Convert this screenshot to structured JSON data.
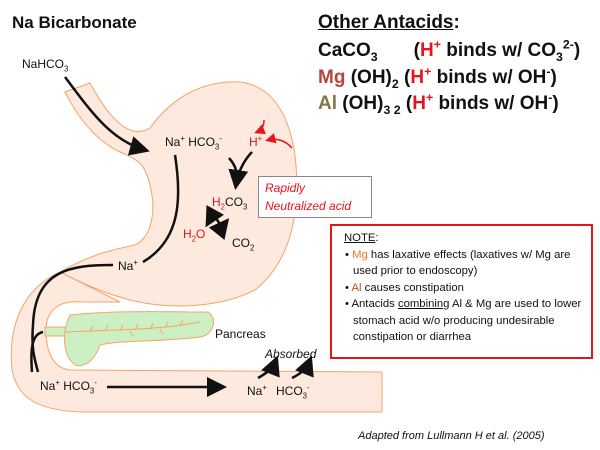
{
  "title": "Na Bicarbonate",
  "antacids": {
    "heading": "Other Antacids",
    "heading_colon": ":",
    "rows": [
      {
        "a": "CaCO",
        "a_sub": "3",
        "b": "",
        "b_sub": "",
        "open": "(",
        "h": "H",
        "h_sup": "+",
        "rest": " binds w/ CO",
        "rest_sub": "3",
        "rest_sup": "2-",
        "close": ")"
      },
      {
        "a": "Mg",
        "b": " (OH)",
        "b_sub": "2",
        "open": " (",
        "h": "H",
        "h_sup": "+",
        "rest": " binds w/ OH",
        "rest_sup": "-",
        "close": ")"
      },
      {
        "a": "Al",
        "b": " (OH)",
        "b_sub": "3 2",
        "open": " (",
        "h": "H",
        "h_sup": "+",
        "rest": " binds w/ OH",
        "rest_sup": "-",
        "close": ")"
      }
    ]
  },
  "labels": {
    "nahco3": {
      "t": "NaHCO",
      "sub": "3"
    },
    "na_hco3_top": {
      "na": "Na",
      "na_sup": "+",
      "hco": " HCO",
      "sub": "3",
      "sup": "-"
    },
    "h_plus": {
      "t": "H",
      "sup": "+"
    },
    "h2co3": {
      "h": "H",
      "sub2": "2",
      "co": "CO",
      "sub3": "3"
    },
    "h2o": {
      "h": "H",
      "sub": "2",
      "o": "O"
    },
    "co2": {
      "t": "CO",
      "sub": "2"
    },
    "na_plus": {
      "t": "Na",
      "sup": "+"
    },
    "pancreas": "Pancreas",
    "absorbed": "Absorbed",
    "na_hco3_bottom": {
      "na": "Na",
      "na_sup": "+",
      "hco": " HCO",
      "sub": "3",
      "sup": "-"
    },
    "na_abs": {
      "t": "Na",
      "sup": "+"
    },
    "hco3_abs": {
      "t": "HCO",
      "sub": "3",
      "sup": "-"
    }
  },
  "rapid_box": {
    "line1": "Rapidly",
    "line2": "Neutralized acid"
  },
  "note": {
    "heading": "NOTE",
    "colon": ":",
    "b1_mg": "Mg",
    "b1_rest": " has laxative effects (laxatives w/ Mg are used prior to endoscopy)",
    "b2_al": "Al",
    "b2_rest": " causes constipation",
    "b3_pre": "Antacids ",
    "b3_u": "combining",
    "b3_rest": " Al & Mg are used to lower stomach acid w/o producing undesirable constipation or diarrhea"
  },
  "credit": "Adapted from Lullmann H et al. (2005)",
  "colors": {
    "accent_red": "#e8141b",
    "tissue_fill": "#fde9dd",
    "tissue_stroke": "#f4a46a",
    "pancreas": "#ccf0c4"
  }
}
